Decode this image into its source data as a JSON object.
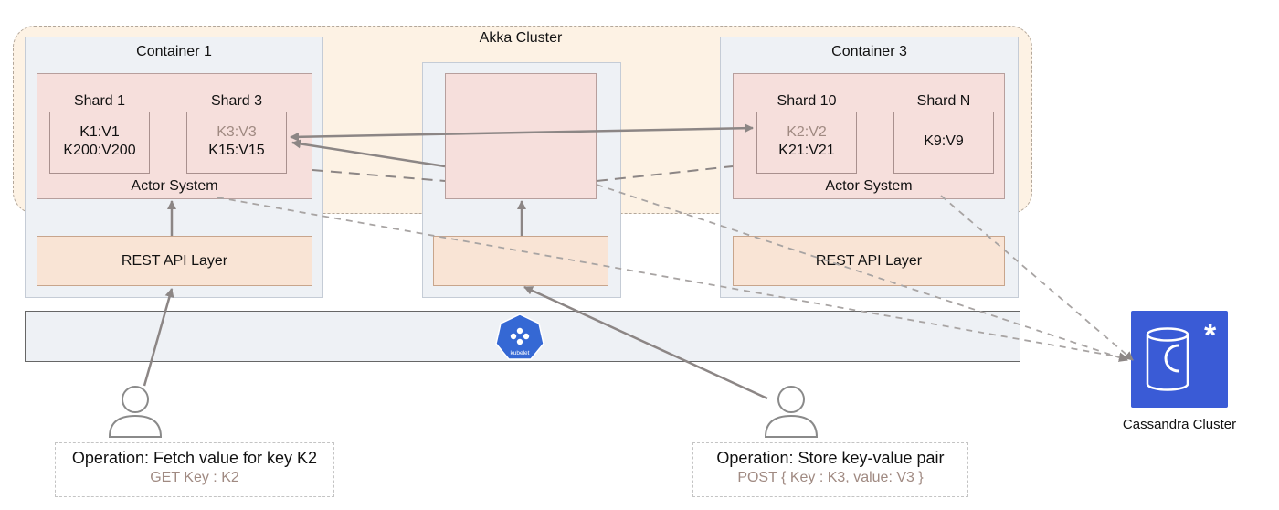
{
  "akka_cluster": {
    "title": "Akka Cluster"
  },
  "container1": {
    "title": "Container 1",
    "shards": [
      {
        "title": "Shard 1",
        "entries": [
          "K1:V1",
          "K200:V200"
        ]
      },
      {
        "title": "Shard 3",
        "entries": [
          "K3:V3",
          "K15:V15"
        ]
      }
    ],
    "actor_system": "Actor System",
    "rest_layer": "REST API Layer"
  },
  "container2": {
    "title": "",
    "rest_layer": ""
  },
  "container3": {
    "title": "Container 3",
    "shards": [
      {
        "title": "Shard 10",
        "entries": [
          "K2:V2",
          "K21:V21"
        ]
      },
      {
        "title": "Shard N",
        "entries": [
          "K9:V9"
        ]
      }
    ],
    "actor_system": "Actor System",
    "rest_layer": "REST API Layer"
  },
  "kubelet": {
    "label": "kubelet",
    "icon": "kubelet-icon"
  },
  "cassandra": {
    "label": "Cassandra Cluster",
    "icon": "cassandra-icon",
    "color": "#3a5bd6"
  },
  "operations": [
    {
      "line1": "Operation: Fetch value for key K2",
      "line2": "GET Key : K2"
    },
    {
      "line1": "Operation: Store key-value pair",
      "line2": "POST { Key : K3, value: V3 }"
    }
  ],
  "colors": {
    "akka_bg": "#fdf2e4",
    "container_bg": "#eef1f5",
    "actor_bg": "#f6dfdc",
    "rest_bg": "#f9e4d5",
    "muted_text": "#a08a82",
    "arrow": "#8c8685"
  }
}
